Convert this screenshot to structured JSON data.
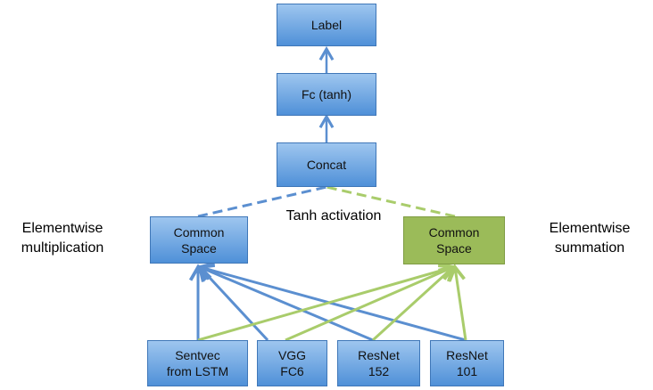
{
  "nodes": {
    "label": {
      "text": "Label"
    },
    "fc": {
      "text": "Fc (tanh)"
    },
    "concat": {
      "text": "Concat"
    },
    "common_left": {
      "line1": "Common",
      "line2": "Space"
    },
    "common_right": {
      "line1": "Common",
      "line2": "Space"
    },
    "sentvec": {
      "line1": "Sentvec",
      "line2": "from LSTM"
    },
    "vgg": {
      "line1": "VGG",
      "line2": "FC6"
    },
    "resnet152": {
      "line1": "ResNet",
      "line2": "152"
    },
    "resnet101": {
      "line1": "ResNet",
      "line2": "101"
    }
  },
  "annotations": {
    "left": {
      "line1": "Elementwise",
      "line2": "multiplication"
    },
    "right": {
      "line1": "Elementwise",
      "line2": "summation"
    },
    "center": "Tanh activation"
  },
  "colors": {
    "blue_box": "#5b9bd5",
    "green_box": "#9bbb59",
    "blue_edge": "#5b8fd0",
    "green_edge": "#a9cc6b"
  }
}
